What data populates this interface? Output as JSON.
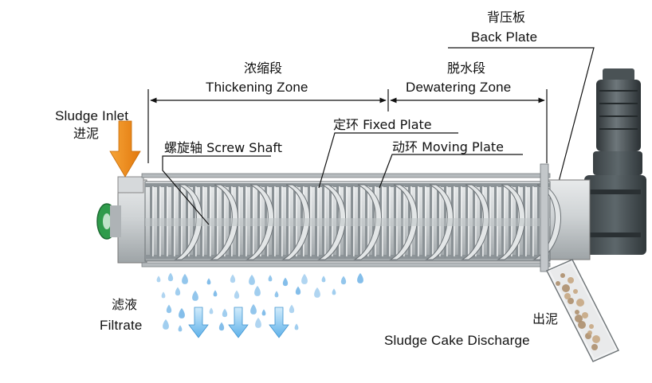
{
  "labels": {
    "back_plate_zh": "背压板",
    "back_plate_en": "Back Plate",
    "thickening_zh": "浓缩段",
    "thickening_en": "Thickening Zone",
    "dewatering_zh": "脱水段",
    "dewatering_en": "Dewatering Zone",
    "sludge_inlet_en": "Sludge Inlet",
    "sludge_inlet_zh": "进泥",
    "fixed_plate": "定环 Fixed Plate",
    "screw_shaft": "螺旋轴 Screw Shaft",
    "moving_plate": "动环 Moving Plate",
    "filtrate_zh": "滤液",
    "filtrate_en": "Filtrate",
    "discharge_zh": "出泥",
    "discharge_en": "Sludge Cake Discharge"
  },
  "colors": {
    "inlet_arrow": "#f08a1c",
    "filtrate_arrow": "#7cc3ef",
    "droplet": "#6fb3e6",
    "machine_gray": "#c9ccce",
    "motor_dark": "#3f4649"
  }
}
